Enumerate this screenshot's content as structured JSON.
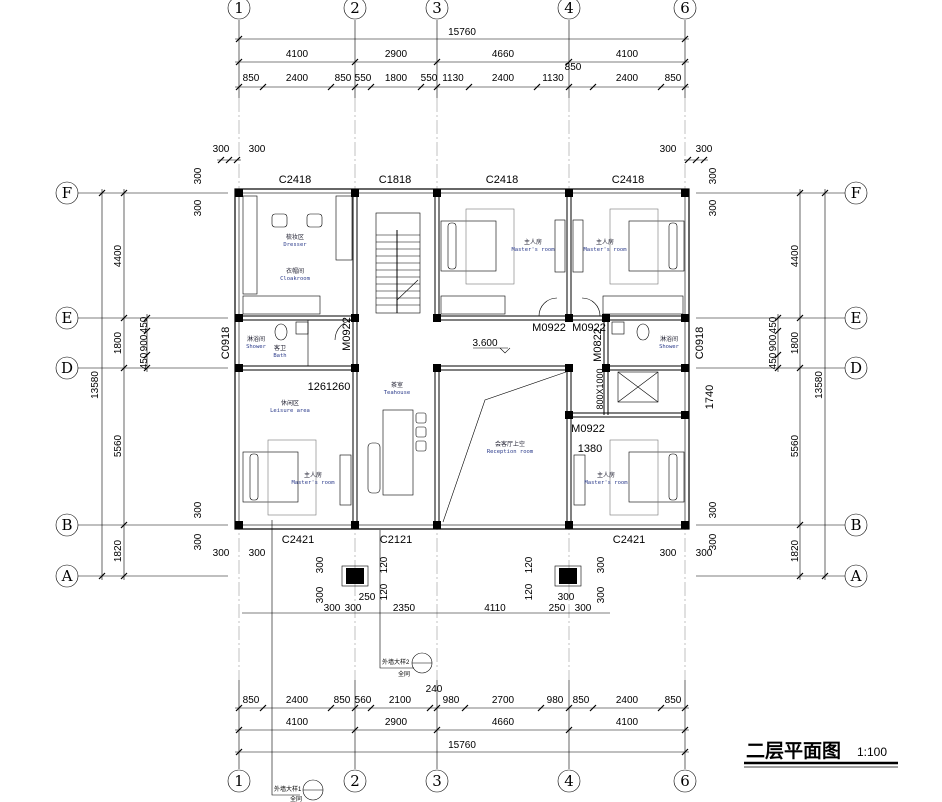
{
  "title": {
    "name": "二层平面图",
    "scale": "1:100"
  },
  "axes": {
    "cols": [
      "1",
      "2",
      "3",
      "4",
      "6"
    ],
    "rows": [
      "F",
      "E",
      "D",
      "B",
      "A"
    ]
  },
  "dims": {
    "top_total": "15760",
    "top_axis": [
      "4100",
      "2900",
      "4660",
      "4100"
    ],
    "top_detail": [
      "850",
      "2400",
      "850",
      "550",
      "1800",
      "550",
      "1130",
      "2400",
      "1130",
      "850",
      "2400",
      "850"
    ],
    "bottom_detail": [
      "850",
      "2400",
      "850",
      "560",
      "2100",
      "240",
      "980",
      "2700",
      "980",
      "850",
      "2400",
      "850"
    ],
    "bottom_axis": [
      "4100",
      "2900",
      "4660",
      "4100"
    ],
    "bottom_total": "15760",
    "side_total": "13580",
    "side_axis": [
      "4400",
      "1800",
      "5560",
      "1820"
    ],
    "side_sub": [
      "450",
      "900",
      "450"
    ],
    "corner": "300",
    "porch": [
      "300",
      "300",
      "250",
      "2350",
      "4110",
      "250",
      "300",
      "300"
    ],
    "porch_extra": [
      "250",
      "300"
    ],
    "porch_wall": "120"
  },
  "windows": {
    "top": [
      "C2418",
      "C1818",
      "C2418",
      "C2418"
    ],
    "bottom": [
      "C2421",
      "C2121",
      "C2421"
    ],
    "side": "C0918"
  },
  "doors": {
    "stair": "M0922",
    "bed1": "M0922",
    "bed2": "M0922",
    "bath_r": "M0822",
    "bed3": "M0922",
    "lift": "800X1000",
    "leisure": "1261260",
    "width1380": "1380",
    "lift_h": "1740"
  },
  "level": "3.600",
  "rooms": [
    {
      "cn": "梳妆区",
      "en": "Dresser"
    },
    {
      "cn": "衣帽间",
      "en": "Cloakroom"
    },
    {
      "cn": "淋浴间",
      "en": "Shower"
    },
    {
      "cn": "客卫",
      "en": "Bath"
    },
    {
      "cn": "休闲区",
      "en": "Leisure area"
    },
    {
      "cn": "主人房",
      "en": "Master's room"
    },
    {
      "cn": "茶室",
      "en": "Teahouse"
    },
    {
      "cn": "会客厅上空",
      "en": "Reception room"
    },
    {
      "cn": "主人房",
      "en": "Master's room"
    },
    {
      "cn": "主人房",
      "en": "Master's room"
    },
    {
      "cn": "主人房",
      "en": "Master's room"
    },
    {
      "cn": "淋浴间",
      "en": "Shower"
    }
  ],
  "detail_tags": [
    {
      "label": "外墙大样2",
      "sub": "全同"
    },
    {
      "label": "外墙大样1",
      "sub": "全同"
    }
  ]
}
